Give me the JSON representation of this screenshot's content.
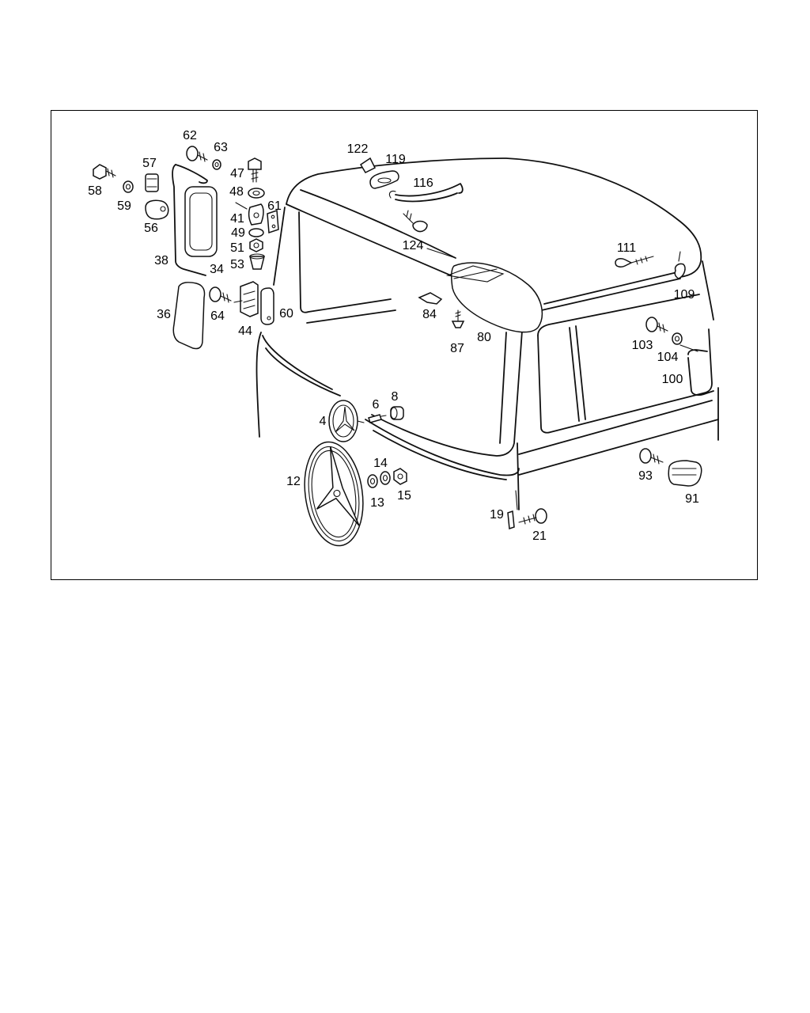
{
  "colors": {
    "line": "#111111",
    "background": "#ffffff"
  },
  "labels": {
    "p4": "4",
    "p6": "6",
    "p8": "8",
    "p12": "12",
    "p13": "13",
    "p14": "14",
    "p15": "15",
    "p19": "19",
    "p21": "21",
    "p34": "34",
    "p36": "36",
    "p38": "38",
    "p41": "41",
    "p44": "44",
    "p47": "47",
    "p48": "48",
    "p49": "49",
    "p51": "51",
    "p53": "53",
    "p56": "56",
    "p57": "57",
    "p58": "58",
    "p59": "59",
    "p60": "60",
    "p61": "61",
    "p62": "62",
    "p63": "63",
    "p64": "64",
    "p80": "80",
    "p84": "84",
    "p87": "87",
    "p91": "91",
    "p93": "93",
    "p100": "100",
    "p103": "103",
    "p104": "104",
    "p109": "109",
    "p111": "111",
    "p116": "116",
    "p119": "119",
    "p122": "122",
    "p124": "124"
  }
}
